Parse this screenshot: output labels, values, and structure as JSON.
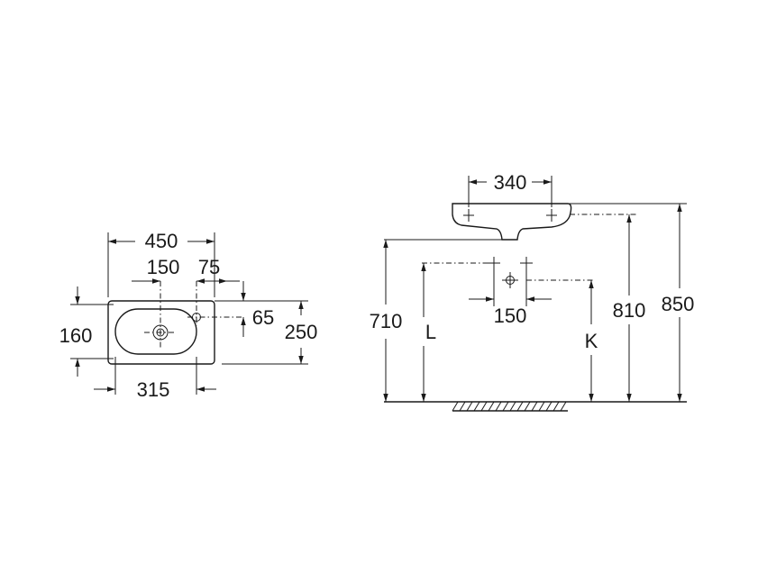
{
  "top_view": {
    "dims": {
      "width": "450",
      "tap_offset": "150",
      "tap_edge": "75",
      "tap_depth": "65",
      "bowl_depth": "160",
      "depth": "250",
      "bowl_width": "315"
    }
  },
  "side_view": {
    "dims": {
      "fixing_spacing": "340",
      "waste_height": "710",
      "supply_spacing": "150",
      "rim_height_min": "810",
      "rim_height_max": "850",
      "label_l": "L",
      "label_k": "K"
    }
  }
}
